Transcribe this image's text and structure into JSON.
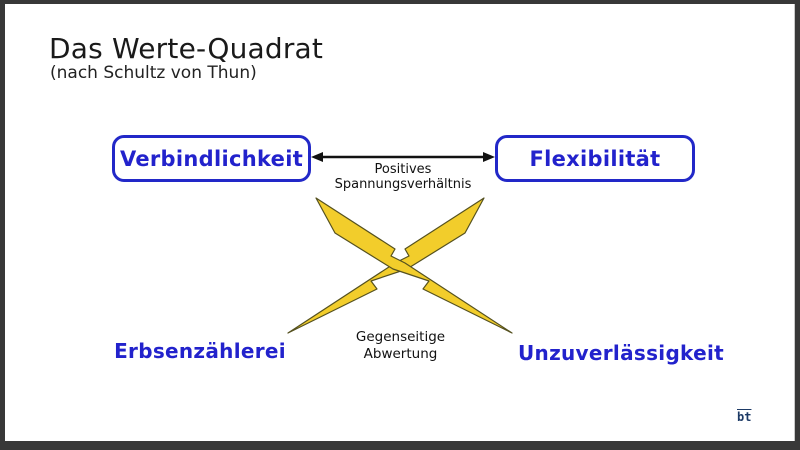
{
  "header": {
    "title": "Das Werte-Quadrat",
    "subtitle": "(nach Schultz von Thun)"
  },
  "diagram": {
    "top_left": "Verbindlichkeit",
    "top_right": "Flexibilität",
    "tension_label": "Positives\nSpannungsverhältnis",
    "devaluation_label": "Gegenseitige\nAbwertung",
    "bottom_left": "Erbsenzählerei",
    "bottom_right": "Unzuverlässigkeit"
  },
  "footer": {
    "logo": "bt"
  },
  "colors": {
    "value_blue": "#2222cc",
    "box_border_blue": "#2228c8",
    "bolt_yellow": "#f2cd2b",
    "bolt_outline": "#55511f",
    "arrow_black": "#111111",
    "frame_gray": "#383838",
    "slide_white": "#ffffff"
  }
}
